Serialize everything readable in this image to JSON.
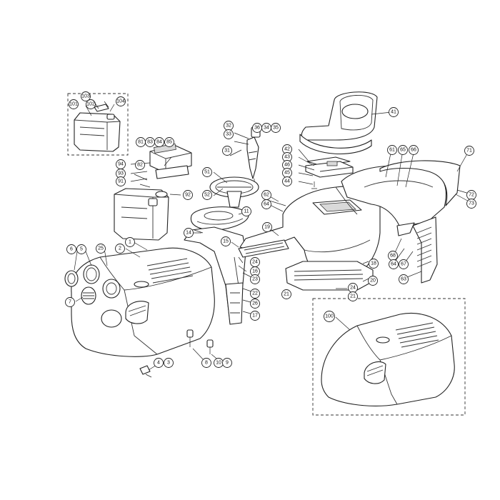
{
  "callouts": [
    {
      "label": "103"
    },
    {
      "label": "101"
    },
    {
      "label": "102"
    },
    {
      "label": "104"
    },
    {
      "label": "41"
    },
    {
      "label": "32"
    },
    {
      "label": "33"
    },
    {
      "label": "36"
    },
    {
      "label": "34"
    },
    {
      "label": "35"
    },
    {
      "label": "31"
    },
    {
      "label": "81"
    },
    {
      "label": "83"
    },
    {
      "label": "84"
    },
    {
      "label": "85"
    },
    {
      "label": "82"
    },
    {
      "label": "94"
    },
    {
      "label": "93"
    },
    {
      "label": "91"
    },
    {
      "label": "92"
    },
    {
      "label": "42"
    },
    {
      "label": "43"
    },
    {
      "label": "46"
    },
    {
      "label": "45"
    },
    {
      "label": "44"
    },
    {
      "label": "61"
    },
    {
      "label": "65"
    },
    {
      "label": "66"
    },
    {
      "label": "71"
    },
    {
      "label": "72"
    },
    {
      "label": "73"
    },
    {
      "label": "51"
    },
    {
      "label": "52"
    },
    {
      "label": "62"
    },
    {
      "label": "64"
    },
    {
      "label": "11"
    },
    {
      "label": "14"
    },
    {
      "label": "19"
    },
    {
      "label": "15"
    },
    {
      "label": "1"
    },
    {
      "label": "2"
    },
    {
      "label": "25"
    },
    {
      "label": "6"
    },
    {
      "label": "5"
    },
    {
      "label": "7"
    },
    {
      "label": "24"
    },
    {
      "label": "16"
    },
    {
      "label": "23"
    },
    {
      "label": "22"
    },
    {
      "label": "26"
    },
    {
      "label": "17"
    },
    {
      "label": "18"
    },
    {
      "label": "20"
    },
    {
      "label": "21"
    },
    {
      "label": "24"
    },
    {
      "label": "21"
    },
    {
      "label": "68"
    },
    {
      "label": "64"
    },
    {
      "label": "67"
    },
    {
      "label": "63"
    },
    {
      "label": "4"
    },
    {
      "label": "3"
    },
    {
      "label": "8"
    },
    {
      "label": "10"
    },
    {
      "label": "9"
    },
    {
      "label": "100"
    }
  ]
}
